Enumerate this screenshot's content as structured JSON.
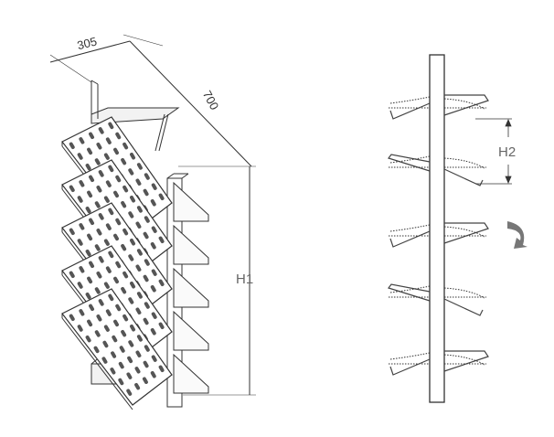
{
  "left_view": {
    "width_label": "305",
    "depth_label": "700",
    "height_label": "H1",
    "louver_count": 5
  },
  "right_view": {
    "spacing_label": "H2",
    "louver_count": 5,
    "rotate_icon": "rotate-arrow-icon"
  },
  "colors": {
    "line": "#333333",
    "panel": "#555555",
    "label": "#666666",
    "arrow": "#777777"
  }
}
